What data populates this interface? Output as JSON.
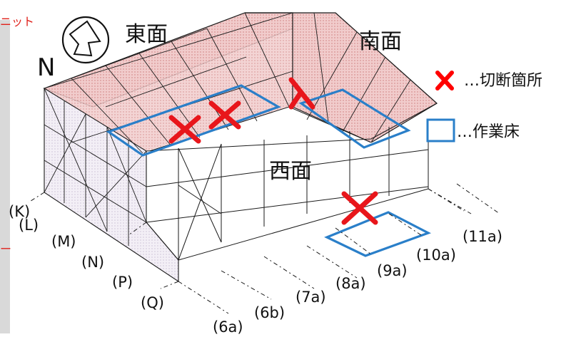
{
  "top_left_fragment": "ニット",
  "compass": {
    "letter": "N",
    "icon": "north-arrow-icon"
  },
  "faces": {
    "east": "東面",
    "south": "南面",
    "west": "西面"
  },
  "legend": {
    "cut": {
      "symbol": "cross-icon",
      "color": "#ff0000",
      "label": "…切断箇所"
    },
    "floor": {
      "symbol": "rectangle-icon",
      "color": "#2a7fc9",
      "label": "…作業床"
    }
  },
  "axis_left": [
    "(K)",
    "(L)",
    "(M)",
    "(N)",
    "(P)",
    "(Q)"
  ],
  "axis_bottom": [
    "(6a)",
    "(6b)",
    "(7a)",
    "(8a)",
    "(9a)",
    "(10a)",
    "(11a)"
  ],
  "colors": {
    "roof_fill": "#e9b8b8",
    "wall_fill": "#ece6f0",
    "frame": "#1a1a1a",
    "sidebar": "#d9d9d9"
  }
}
